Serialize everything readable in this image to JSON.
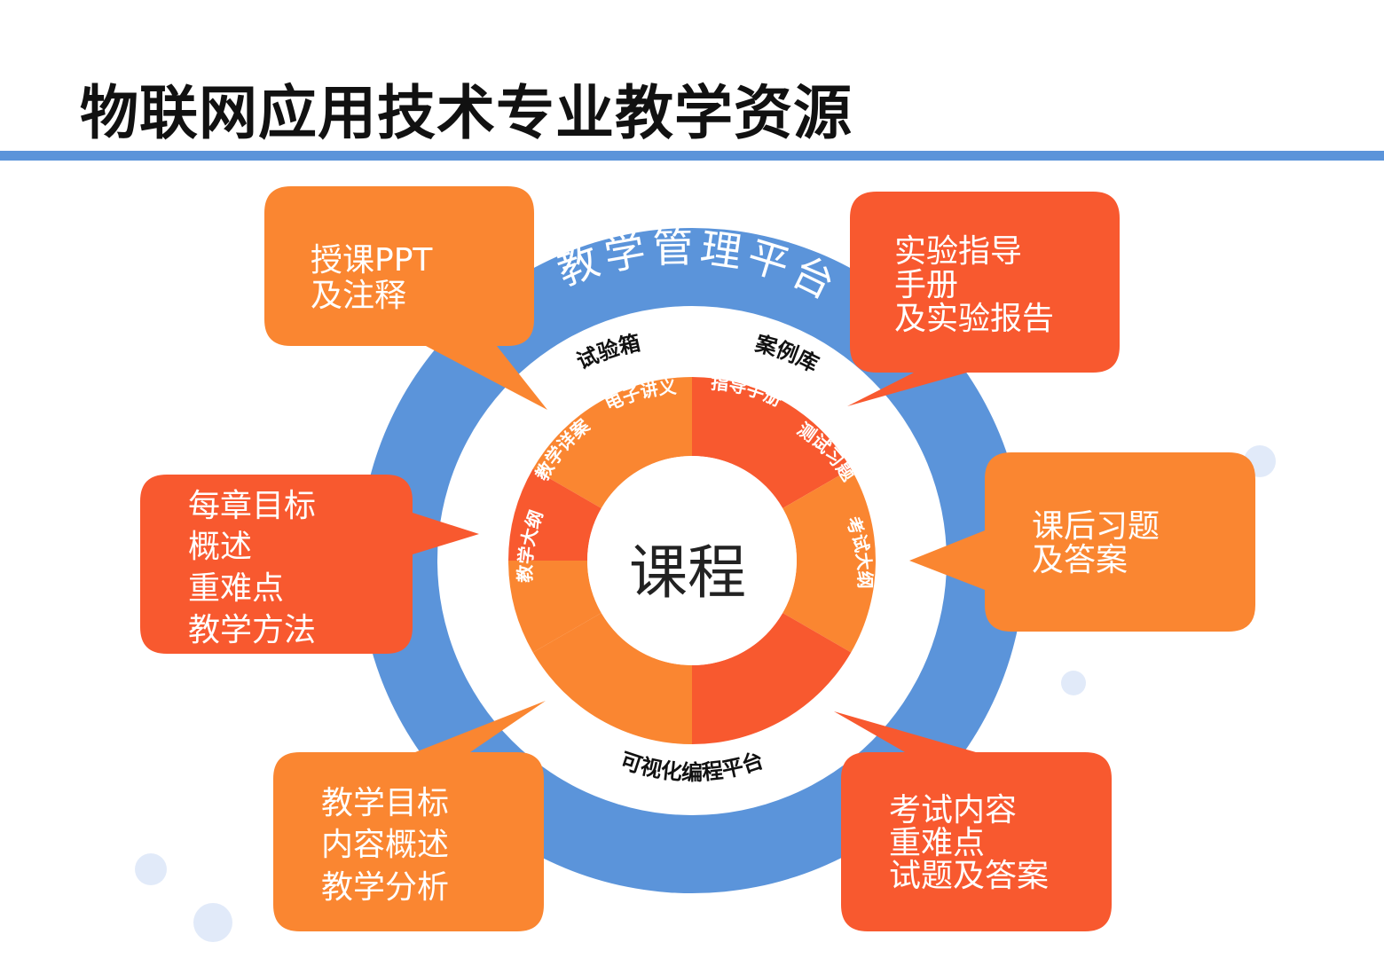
{
  "title": "物联网应用技术专业教学资源",
  "colors": {
    "title_rule": "#5b94da",
    "outer_ring": "#5b94da",
    "white_ring": "#ffffff",
    "orange": "#fa8631",
    "red_orange": "#f8592f",
    "watermark": "#c9d9f4"
  },
  "outer_ring_label": "教学管理平台",
  "white_ring_labels": {
    "top_left": "试验箱",
    "top_right": "案例库",
    "bottom": "可视化编程平台"
  },
  "center_label": "课程",
  "segments": [
    {
      "label": "电子讲义"
    },
    {
      "label": "指导手册"
    },
    {
      "label": "测试习题"
    },
    {
      "label": "考试大纲"
    },
    {
      "label": "教学大纲"
    },
    {
      "label": "教学详案"
    }
  ],
  "callouts": [
    {
      "id": "top-left",
      "lines": [
        "授课PPT",
        "及注释"
      ]
    },
    {
      "id": "top-right",
      "lines": [
        "实验指导",
        "手册",
        "及实验报告"
      ]
    },
    {
      "id": "mid-left",
      "lines": [
        "每章目标",
        "概述",
        "重难点",
        "教学方法"
      ]
    },
    {
      "id": "mid-right",
      "lines": [
        "课后习题",
        "及答案"
      ]
    },
    {
      "id": "bottom-left",
      "lines": [
        "教学目标",
        "内容概述",
        "教学分析"
      ]
    },
    {
      "id": "bottom-right",
      "lines": [
        "考试内容",
        "重难点",
        "试题及答案"
      ]
    }
  ]
}
